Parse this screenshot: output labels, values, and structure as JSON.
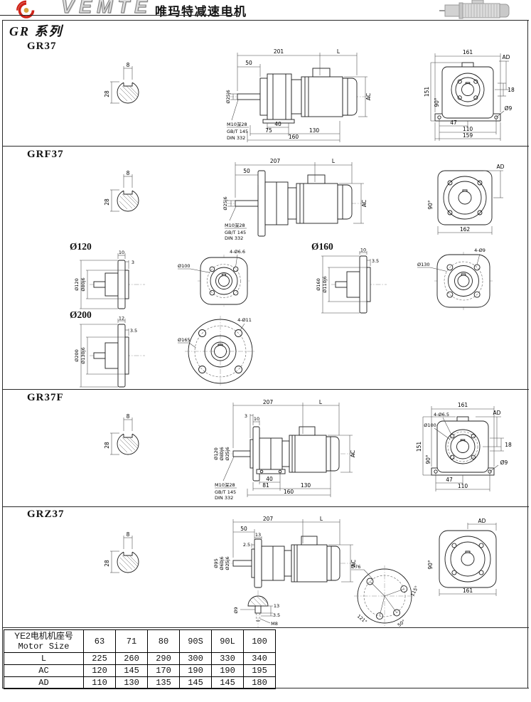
{
  "header": {
    "brand": "VEMTE",
    "brand_cn": "唯玛特减速电机",
    "series": "GR 系列"
  },
  "sections": {
    "gr37": {
      "title": "GR37",
      "shaft_view": {
        "key_width": "8",
        "shaft_dia": "28"
      },
      "main_view": {
        "len_gear": "201",
        "len_motor": "L",
        "shaft_len": "50",
        "shaft_d": "Ø25j6",
        "tap": "M10深28",
        "std1": "GB/T 145",
        "std2": "DIN 332",
        "d40": "40",
        "d75": "75",
        "d130": "130",
        "d160": "160",
        "ac": "AC"
      },
      "end_view": {
        "w161": "161",
        "ad": "AD",
        "h151": "151",
        "a90": "90°",
        "d18": "18",
        "d47": "47",
        "d110": "110",
        "d159": "159",
        "hole": "Ø9"
      }
    },
    "grf37": {
      "title": "GRF37",
      "shaft_view": {
        "key_width": "8",
        "shaft_dia": "28"
      },
      "main_view": {
        "len_gear": "207",
        "len_motor": "L",
        "shaft_len": "50",
        "shaft_d": "Ø25j6",
        "tap": "M10深28",
        "std1": "GB/T 145",
        "std2": "DIN 332",
        "ac": "AC"
      },
      "end_view": {
        "ad": "AD",
        "a90": "90°",
        "w162": "162"
      }
    },
    "flange120": {
      "title": "Ø120",
      "profile": {
        "t": "10",
        "s": "3",
        "od": "Ø120",
        "spigot": "Ø80j6"
      },
      "front": {
        "bc": "Ø100",
        "holes": "4-Ø6.6"
      }
    },
    "flange160": {
      "title": "Ø160",
      "profile": {
        "t": "10",
        "s": "3.5",
        "od": "Ø160",
        "spigot": "Ø110j6"
      },
      "front": {
        "bc": "Ø130",
        "holes": "4-Ø9"
      }
    },
    "flange200": {
      "title": "Ø200",
      "profile": {
        "t": "12",
        "s": "3.5",
        "od": "Ø200",
        "spigot": "Ø130j6"
      },
      "front": {
        "bc": "Ø165",
        "holes": "4-Ø11"
      }
    },
    "gr37f": {
      "title": "GR37F",
      "shaft_view": {
        "key_width": "8",
        "shaft_dia": "28"
      },
      "main_view": {
        "len_gear": "207",
        "len_motor": "L",
        "s3": "3",
        "t10": "10",
        "flange_d": "Ø120",
        "spigot_d": "Ø80j6",
        "shaft_d": "Ø25j6",
        "tap": "M10深28",
        "std1": "GB/T 145",
        "std2": "DIN 332",
        "d40": "40",
        "d81": "81",
        "d130": "130",
        "d160": "160",
        "ac": "AC"
      },
      "end_view": {
        "w161": "161",
        "holes": "4-Ø6.5",
        "bc": "Ø100",
        "ad": "AD",
        "h151": "151",
        "a90": "90°",
        "d18": "18",
        "d47": "47",
        "d110": "110",
        "hole": "Ø9"
      }
    },
    "grz37": {
      "title": "GRZ37",
      "shaft_view": {
        "key_width": "8",
        "shaft_dia": "28"
      },
      "main_view": {
        "len_gear": "207",
        "len_motor": "L",
        "shaft_len": "50",
        "t13": "13",
        "s25": "2.5",
        "flange_d": "Ø95",
        "spigot_d": "Ø60j6",
        "shaft_d": "Ø25j6",
        "ac": "AC"
      },
      "detail": {
        "d13": "13",
        "t35": "3.5",
        "tap": "M8",
        "dia": "Ø9"
      },
      "end_view": {
        "ad": "AD",
        "a90": "90°",
        "w161": "161"
      },
      "bolt_circle": {
        "bc": "Ø76",
        "a115": "115°",
        "a121": "121°",
        "a50": "50°"
      }
    }
  },
  "table": {
    "header_cn": "YE2电机机座号",
    "header_en": "Motor Size",
    "sizes": [
      "63",
      "71",
      "80",
      "90S",
      "90L",
      "100"
    ],
    "rows": [
      {
        "label": "L",
        "values": [
          "225",
          "260",
          "290",
          "300",
          "330",
          "340"
        ]
      },
      {
        "label": "AC",
        "values": [
          "120",
          "145",
          "170",
          "190",
          "190",
          "195"
        ]
      },
      {
        "label": "AD",
        "values": [
          "110",
          "130",
          "135",
          "145",
          "145",
          "180"
        ]
      }
    ]
  }
}
